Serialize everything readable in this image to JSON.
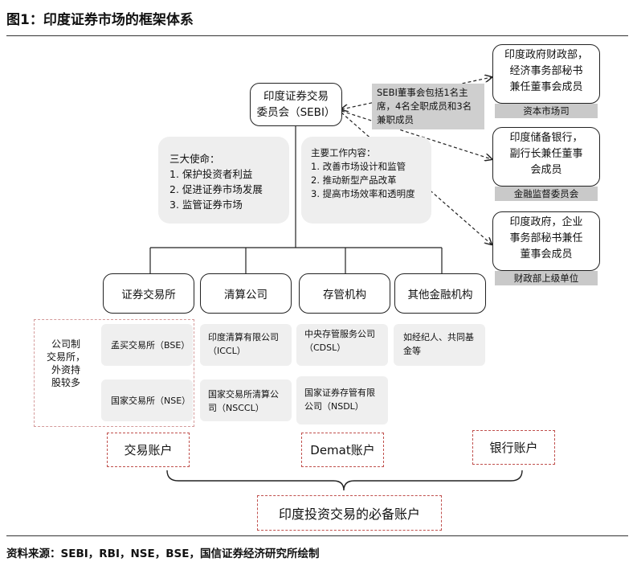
{
  "title": "图1：印度证券市场的框架体系",
  "sebi": "印度证券交易\n委员会（SEBI）",
  "sebi_board_note": "SEBI董事会包括1名主席，4名全职成员和3名兼职成员",
  "members": [
    {
      "text": "印度政府财政部，\n经济事务部秘书\n兼任董事会成员",
      "tag": "资本市场司"
    },
    {
      "text": "印度储备银行，\n副行长兼任董事\n会成员",
      "tag": "金融监督委员会"
    },
    {
      "text": "印度政府，企业\n事务部秘书兼任\n董事会成员",
      "tag": "财政部上级单位"
    }
  ],
  "mission": {
    "title": "三大使命：",
    "items": [
      "1.  保护投资者利益",
      "2.  促进证券市场发展",
      "3.  监管证券市场"
    ]
  },
  "work": {
    "title": "主要工作内容：",
    "items": [
      "1.  改善市场设计和监管",
      "2.  推动新型产品改革",
      "3.  提高市场效率和透明度"
    ]
  },
  "categories": [
    "证券交易所",
    "清算公司",
    "存管机构",
    "其他金融机构"
  ],
  "exchange_note": "公司制\n交易所，\n外资持\n股较多",
  "exchanges": [
    "孟买交易所（BSE）",
    "国家交易所（NSE）"
  ],
  "clearing": [
    "印度清算有限公司（ICCL）",
    "国家交易所清算公司（NSCCL）"
  ],
  "depository": [
    "中央存管服务公司（CDSL）",
    "国家证券存管有限公司（NSDL）"
  ],
  "other": [
    "如经纪人、共同基金等"
  ],
  "accounts": [
    "交易账户",
    "Demat账户",
    "银行账户"
  ],
  "final_account": "印度投资交易的必备账户",
  "source": "资料来源：SEBI，RBI，NSE，BSE，国信证券经济研究所绘制"
}
